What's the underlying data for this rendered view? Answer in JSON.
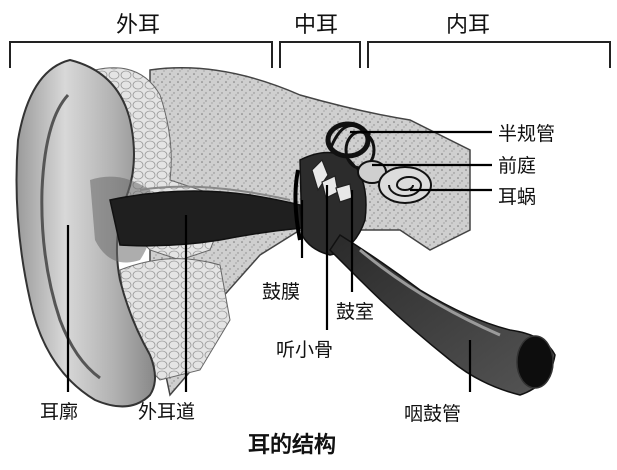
{
  "sections": {
    "outer": "外耳",
    "middle": "中耳",
    "inner": "内耳"
  },
  "parts": {
    "semicircular_canals": "半规管",
    "vestibule": "前庭",
    "cochlea": "耳蜗",
    "eardrum": "鼓膜",
    "tympanic_cavity": "鼓室",
    "ossicles": "听小骨",
    "eustachian_tube": "咽鼓管",
    "auricle": "耳廓",
    "ear_canal": "外耳道"
  },
  "caption": "耳的结构",
  "colors": {
    "ink": "#111111",
    "tissue": "#b8b8b8",
    "light_tissue": "#d9d9d9",
    "dark": "#1a1a1a"
  }
}
